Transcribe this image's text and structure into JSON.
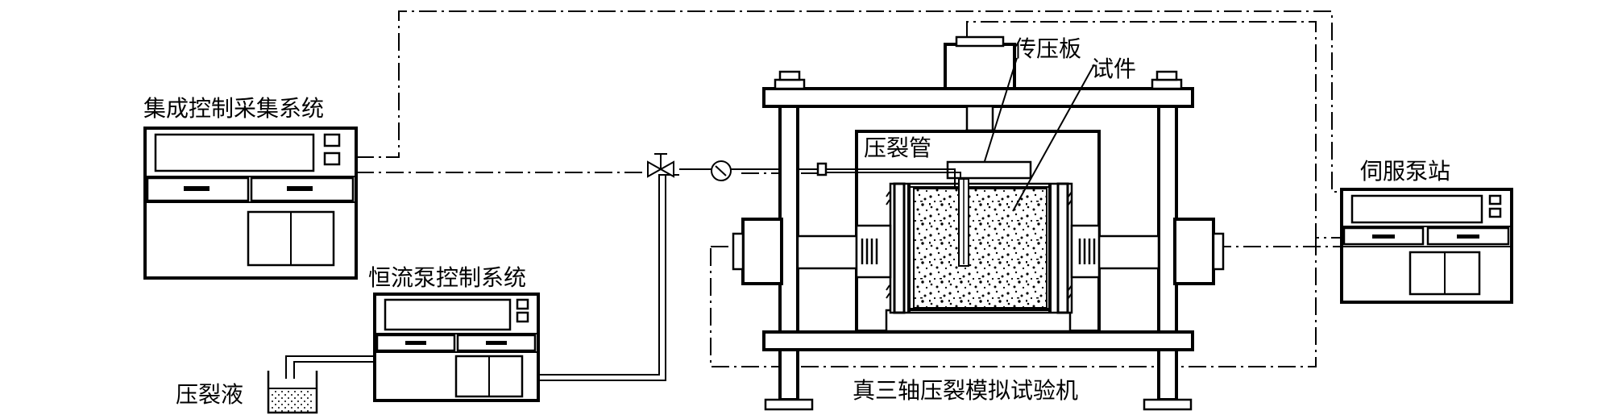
{
  "labels": {
    "integrated_control": "集成控制采集系统",
    "constant_pump": "恒流泵控制系统",
    "frac_fluid": "压裂液",
    "servo_pump": "伺服泵站",
    "pressure_plate": "传压板",
    "specimen": "试件",
    "frac_tube": "压裂管",
    "test_machine": "真三轴压裂模拟试验机"
  },
  "colors": {
    "line": "#000000",
    "background": "#ffffff"
  }
}
